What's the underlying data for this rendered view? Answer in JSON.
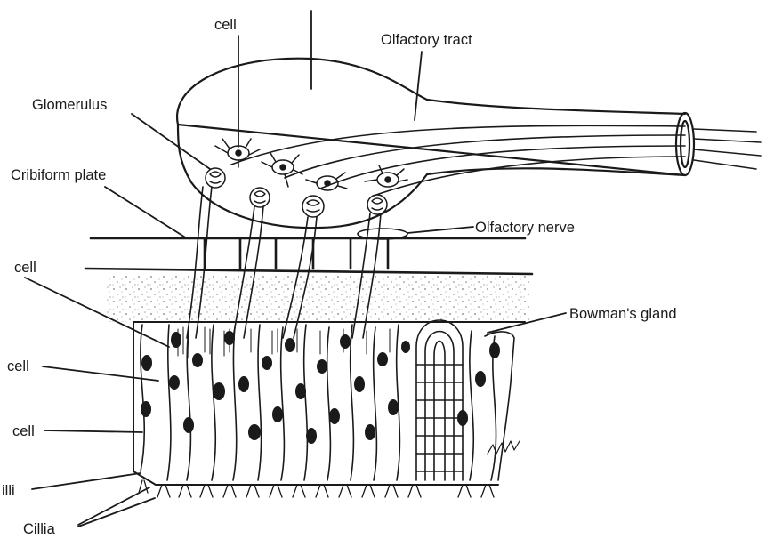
{
  "labels": {
    "cell_top": "cell",
    "olfactory_tract": "Olfactory tract",
    "glomerulus": "Glomerulus",
    "cribiform_plate": "Cribiform plate",
    "olfactory_nerve": "Olfactory nerve",
    "cell_left_1": "cell",
    "bowmans_gland": "Bowman's gland",
    "cell_left_2": "cell",
    "cell_left_3": "cell",
    "villi": "illi",
    "cillia": "Cillia"
  },
  "colors": {
    "ink": "#1a1a1a",
    "background": "#ffffff",
    "stipple": "#7a7a7a"
  }
}
